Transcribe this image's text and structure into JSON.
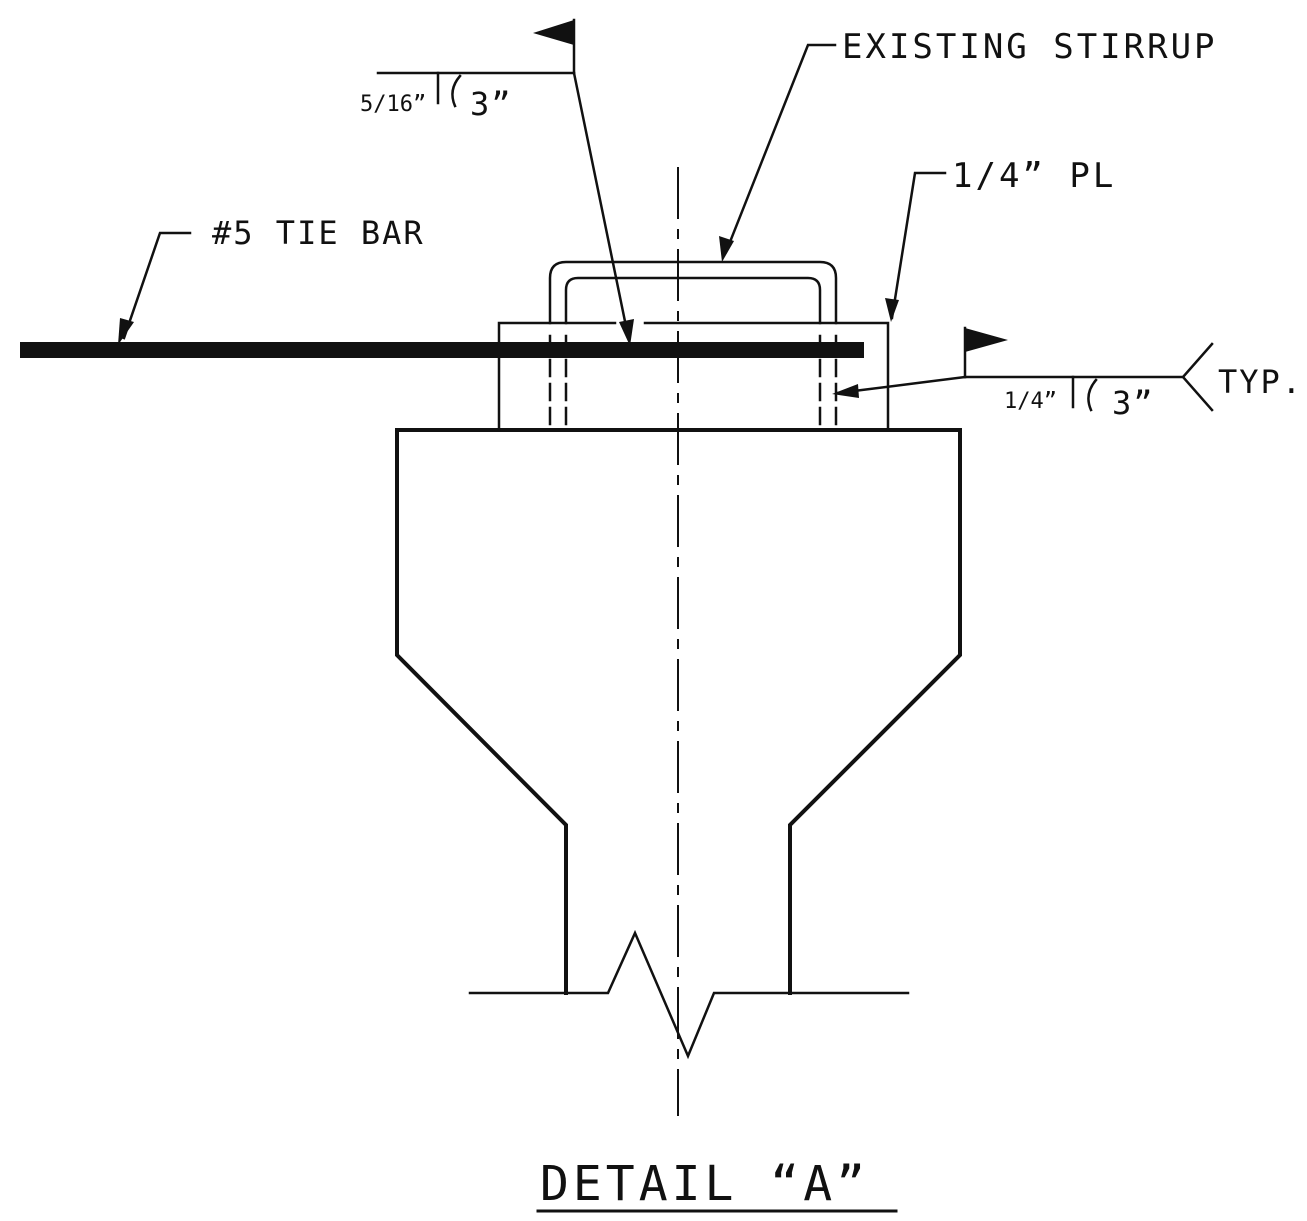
{
  "drawing": {
    "title": "DETAIL “A”",
    "ink_color": "#111111",
    "background": "#ffffff"
  },
  "labels": {
    "tie_bar": "#5 TIE BAR",
    "existing_stirrup": "EXISTING STIRRUP",
    "plate": "1/4” PL",
    "typ": "TYP."
  },
  "weld_symbols": {
    "top": {
      "size": "5/16”",
      "length": "3”"
    },
    "right": {
      "size": "1/4”",
      "length": "3”"
    }
  }
}
